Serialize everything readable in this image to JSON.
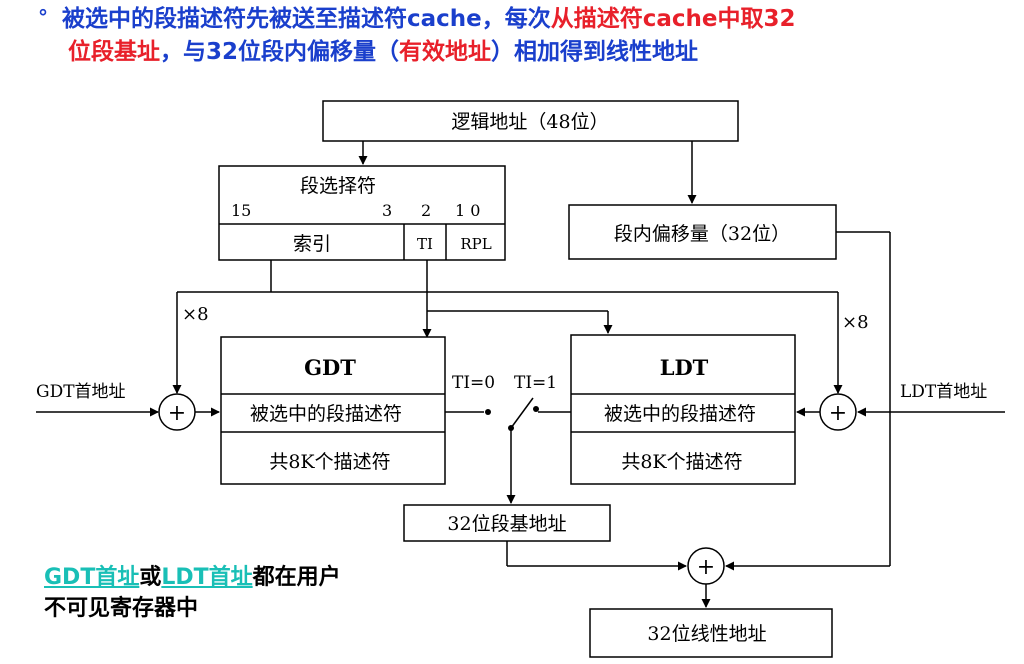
{
  "heading": {
    "bullet": "°",
    "line1_part1": "被选中的段描述符先被送至描述符cache，每次",
    "line1_part2": "从描述符cache中取32",
    "line2_part1": "位段基址",
    "line2_part2": "，与32位段内偏移量（",
    "line2_part3": "有效地址",
    "line2_part4": "）相加得到线性地址"
  },
  "diagram": {
    "logical_address": "逻辑地址（48位）",
    "selector": {
      "title": "段选择符",
      "bit_15": "15",
      "bit_3": "3",
      "bit_2": "2",
      "bit_1_0": "1 0",
      "index": "索引",
      "ti": "TI",
      "rpl": "RPL"
    },
    "offset": "段内偏移量（32位）",
    "times8_left": "×8",
    "times8_right": "×8",
    "gdt_base": "GDT首地址",
    "ldt_base": "LDT首地址",
    "gdt": {
      "title": "GDT",
      "selected": "被选中的段描述符",
      "total": "共8K个描述符"
    },
    "ldt": {
      "title": "LDT",
      "selected": "被选中的段描述符",
      "total": "共8K个描述符"
    },
    "ti0": "TI=0",
    "ti1": "TI=1",
    "segment_base": "32位段基地址",
    "linear_address": "32位线性地址",
    "plus": "+"
  },
  "note": {
    "cyan1": "GDT首址",
    "black1": "或",
    "cyan2": "LDT首址",
    "black2": "都在用户",
    "line2": "不可见寄存器中"
  }
}
